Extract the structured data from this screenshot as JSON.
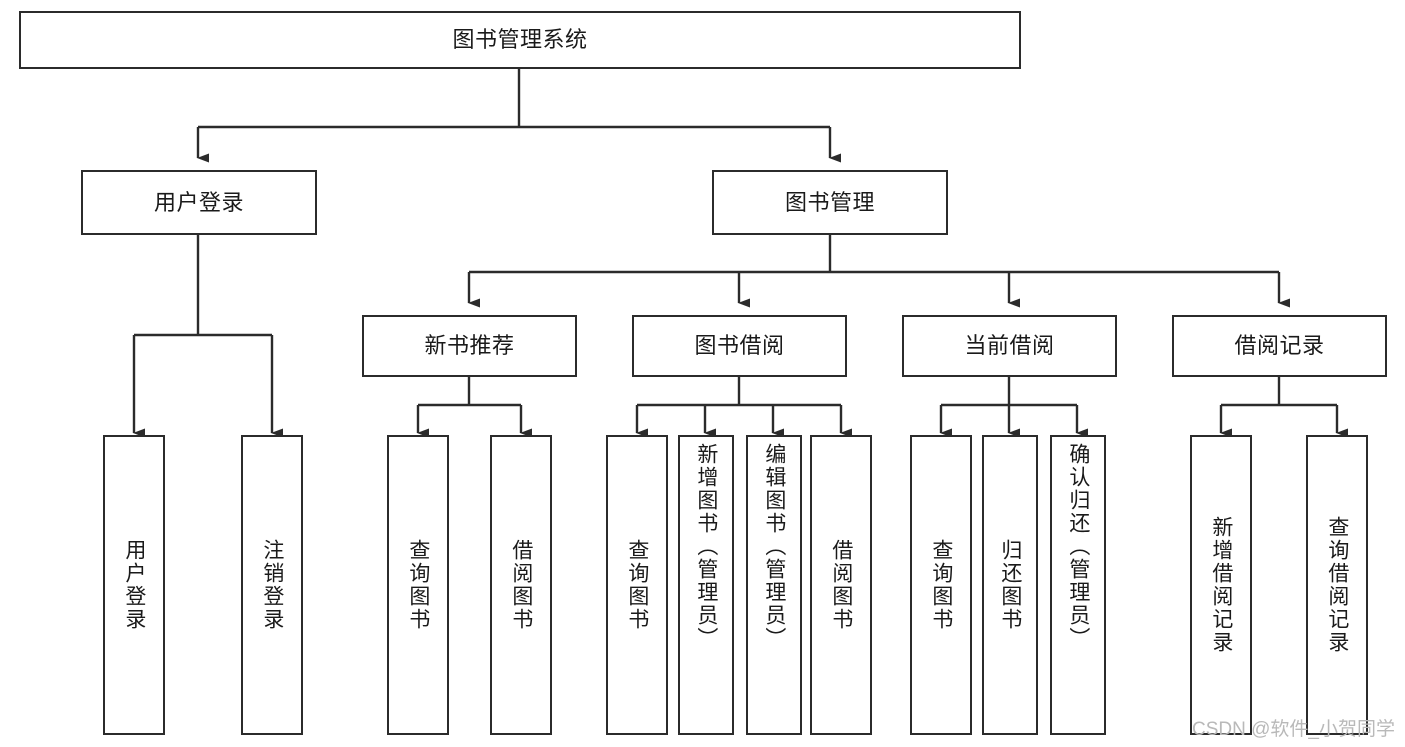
{
  "diagram": {
    "title": "图书管理系统",
    "type": "function-structure-tree",
    "levels": 4,
    "colors": {
      "stroke": "#2b2b2b",
      "fill": "#ffffff",
      "text": "#1a1a1a",
      "watermark": "#b9b9b9"
    }
  },
  "nodes": {
    "root": {
      "label": "图书管理系统"
    },
    "level2": [
      {
        "id": "user-login",
        "label": "用户登录"
      },
      {
        "id": "book-manage",
        "label": "图书管理"
      }
    ],
    "level3": [
      {
        "id": "new-book-recommend",
        "label": "新书推荐"
      },
      {
        "id": "book-borrow",
        "label": "图书借阅"
      },
      {
        "id": "current-borrow",
        "label": "当前借阅"
      },
      {
        "id": "borrow-record",
        "label": "借阅记录"
      }
    ],
    "leaves": {
      "user-login": [
        {
          "id": "login",
          "label": "用户登录"
        },
        {
          "id": "logout",
          "label": "注销登录"
        }
      ],
      "new-book-recommend": [
        {
          "id": "query-book-1",
          "label": "查询图书"
        },
        {
          "id": "borrow-book-1",
          "label": "借阅图书"
        }
      ],
      "book-borrow": [
        {
          "id": "query-book-2",
          "label": "查询图书"
        },
        {
          "id": "add-book",
          "label": "新增图书（管理员）"
        },
        {
          "id": "edit-book",
          "label": "编辑图书（管理员）"
        },
        {
          "id": "borrow-book-2",
          "label": "借阅图书"
        }
      ],
      "current-borrow": [
        {
          "id": "query-book-3",
          "label": "查询图书"
        },
        {
          "id": "return-book",
          "label": "归还图书"
        },
        {
          "id": "confirm-return",
          "label": "确认归还（管理员）"
        }
      ],
      "borrow-record": [
        {
          "id": "add-borrow-record",
          "label": "新增借阅记录"
        },
        {
          "id": "query-borrow-record",
          "label": "查询借阅记录"
        }
      ]
    }
  },
  "watermark": {
    "text": "CSDN @软件_小贺同学"
  }
}
